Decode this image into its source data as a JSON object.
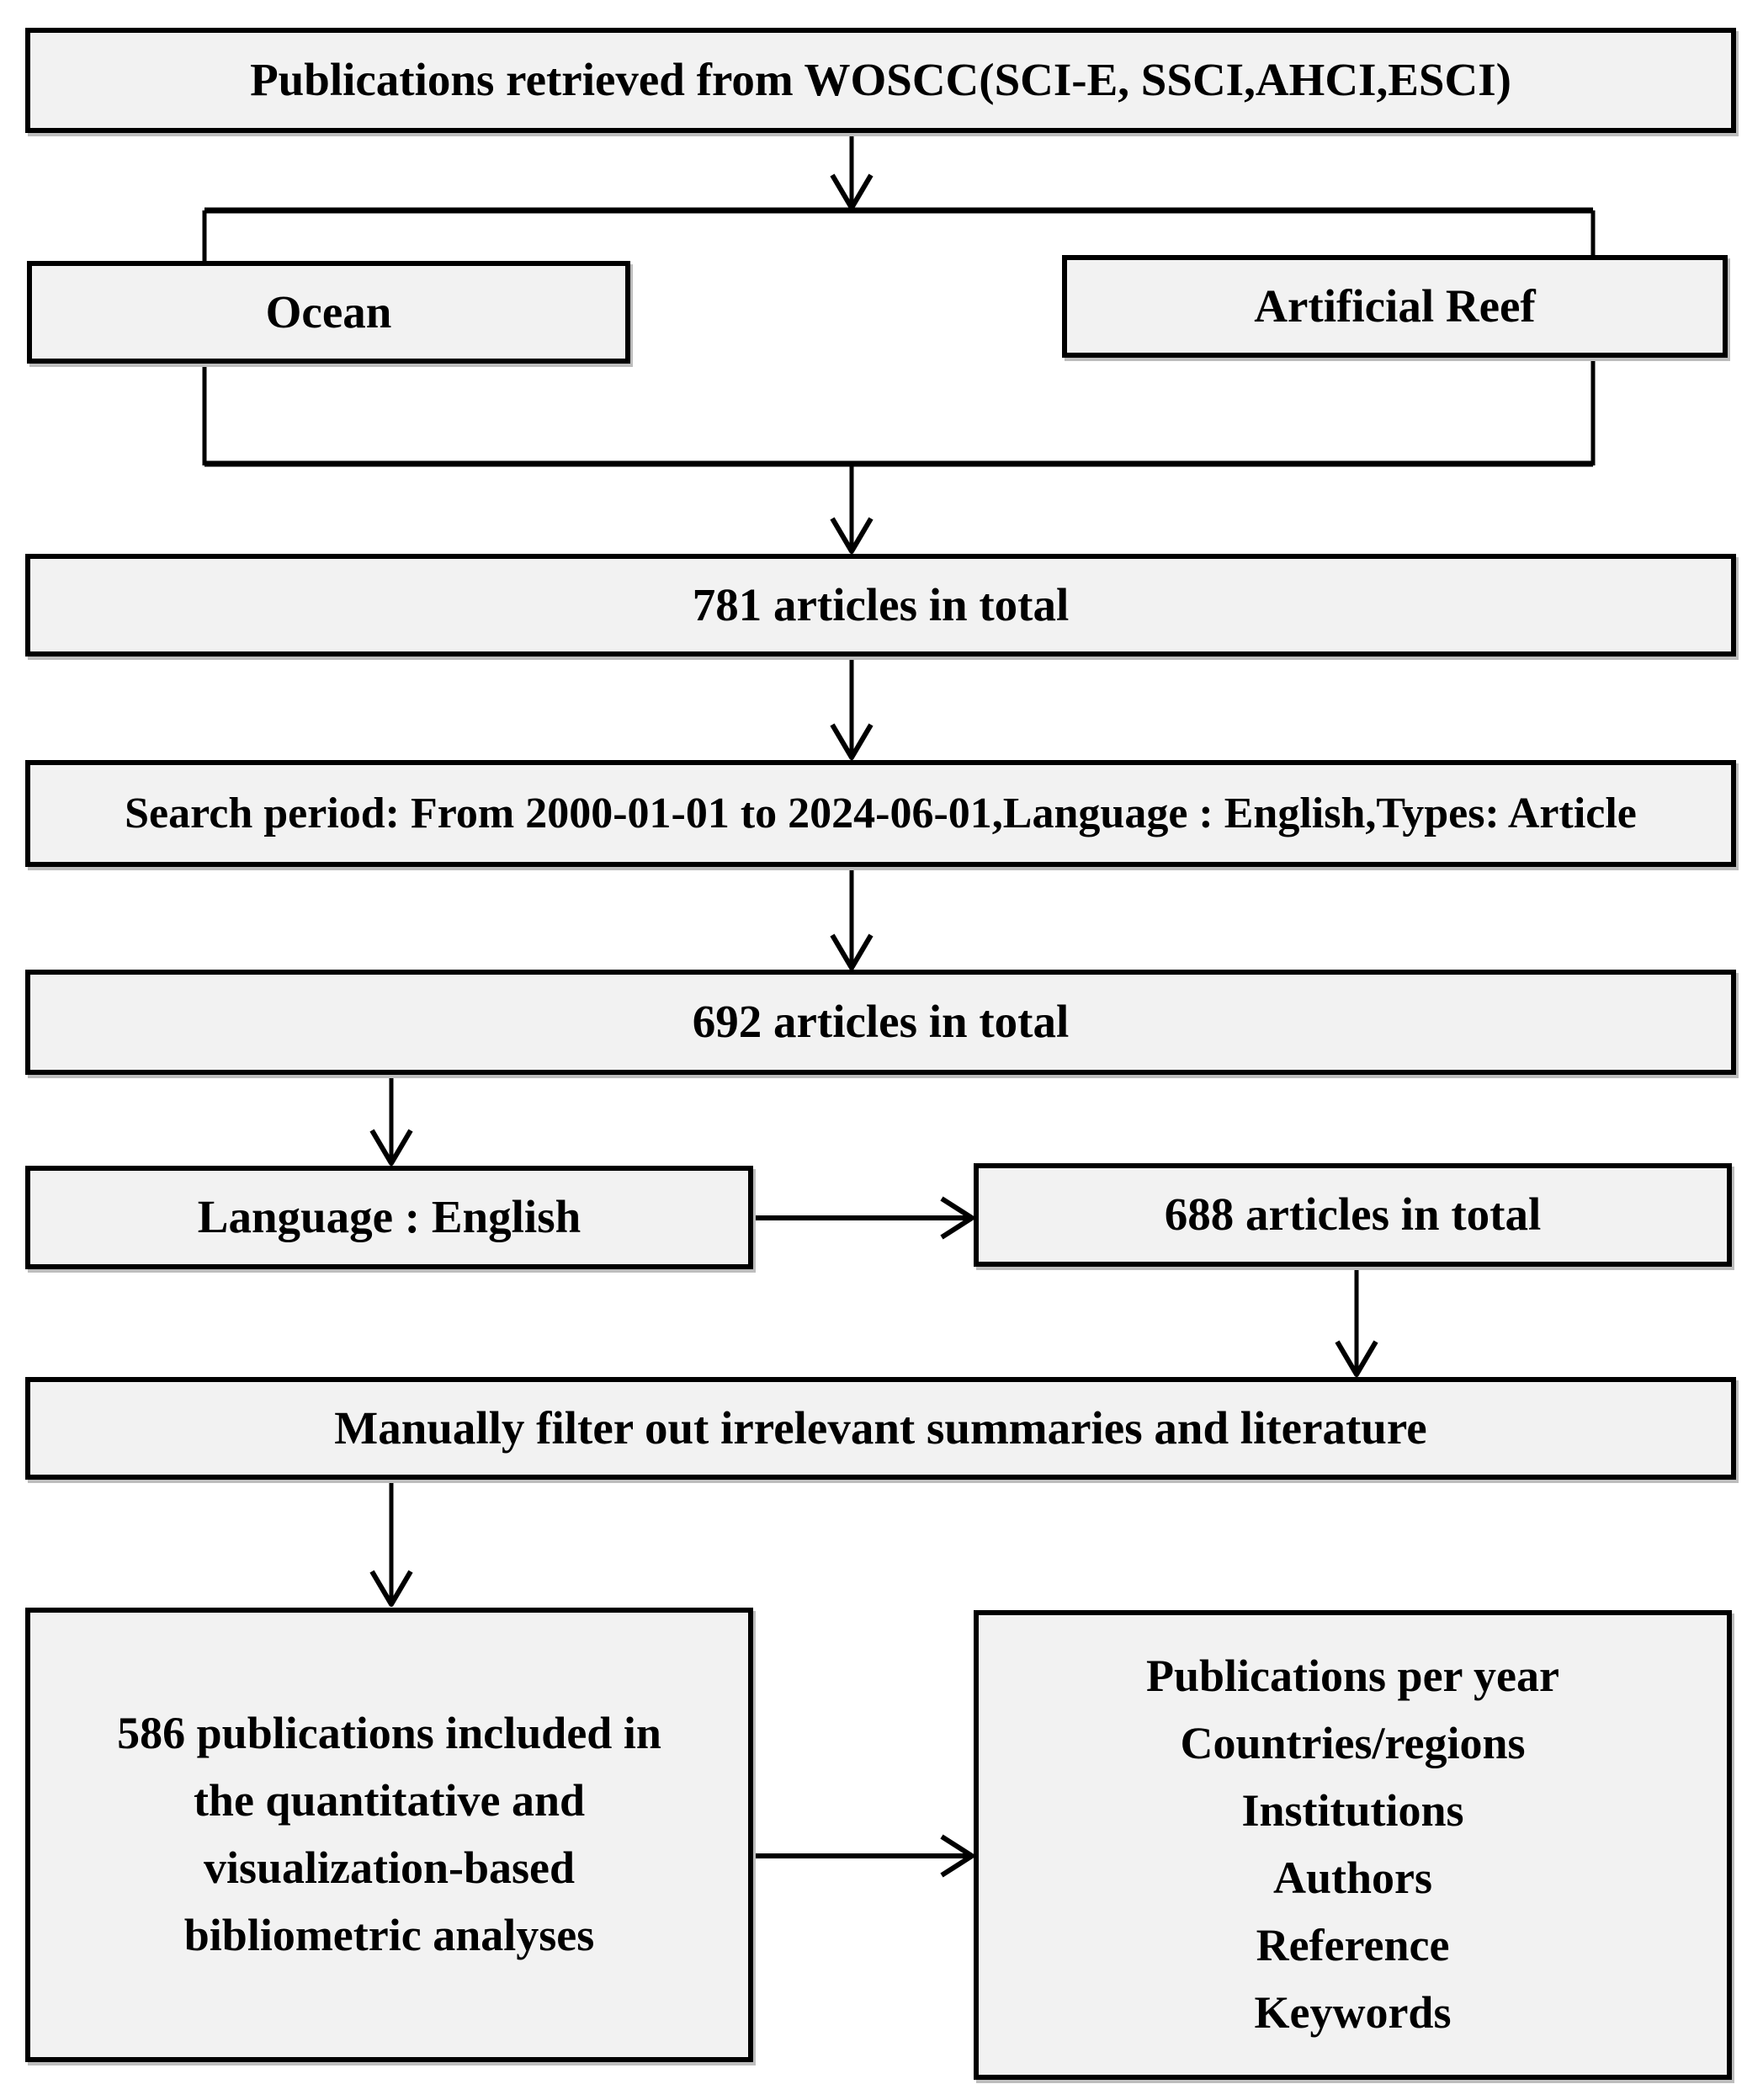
{
  "style": {
    "background": "#ffffff",
    "box_fill": "#f2f2f2",
    "box_border": "#000000",
    "text_color": "#000000",
    "line_color": "#000000"
  },
  "flow": {
    "source": {
      "label": "Publications retrieved from WOSCC(SCI-E, SSCI,AHCI,ESCI)"
    },
    "keyword_ocean": {
      "label": "Ocean"
    },
    "keyword_artificial_reef": {
      "label": "Artificial Reef"
    },
    "total_781": {
      "label": "781 articles in total"
    },
    "search_criteria": {
      "label": "Search period: From 2000-01-01 to 2024-06-01,Language : English,Types: Article"
    },
    "total_692": {
      "label": "692 articles in total"
    },
    "language_filter": {
      "label": "Language : English"
    },
    "total_688": {
      "label": "688 articles in total"
    },
    "manual_filter": {
      "label": "Manually filter out irrelevant summaries and literature"
    },
    "included_publications": {
      "lines": [
        "586 publications included in",
        "the quantitative and",
        "visualization-based",
        "bibliometric analyses"
      ]
    },
    "analysis_outputs": {
      "lines": [
        "Publications per year",
        "Countries/regions",
        "Institutions",
        "Authors",
        "Reference",
        "Keywords"
      ]
    }
  }
}
